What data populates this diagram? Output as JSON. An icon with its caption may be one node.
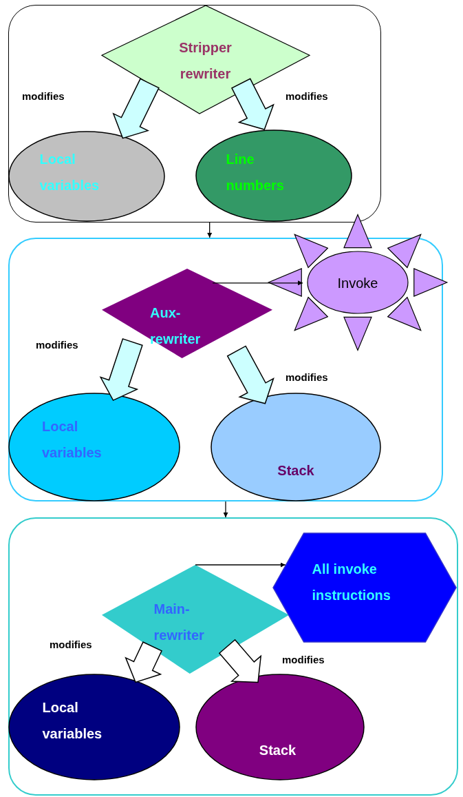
{
  "diagram": {
    "nodes": [
      {
        "text": [],
        "shape": "box"
      },
      {
        "text": [
          "Stripper rewriter"
        ],
        "in": 0
      },
      {
        "text": [
          "Local variables"
        ],
        "in": 0
      },
      {
        "text": [
          "Line numbers"
        ],
        "in": 0
      },
      {
        "text": [],
        "shape": "box"
      },
      {
        "text": [
          "Aux- rewriter"
        ],
        "in": 4
      },
      {
        "text": [
          "Invoke"
        ]
      },
      {
        "text": [
          "Local variables"
        ],
        "in": 4
      },
      {
        "text": [
          "Stack"
        ],
        "in": 4
      },
      {
        "text": [],
        "shape": "box"
      },
      {
        "text": [
          "Main- rewriter"
        ],
        "in": 9
      },
      {
        "text": [
          "All invoke instructions"
        ],
        "in": 9
      },
      {
        "text": [
          "Local variables"
        ],
        "in": 9
      },
      {
        "text": [
          "Stack"
        ],
        "in": 9
      }
    ],
    "edges": [
      {
        "from": 0,
        "to": 4,
        "arrow": "to"
      },
      {
        "from": 1,
        "to": 2,
        "arrow": "to",
        "style": "thick",
        "color": "#ccffff"
      },
      {
        "from": 1,
        "to": 3,
        "arrow": "to",
        "style": "thick",
        "color": "#ccffff"
      },
      {
        "from": 4,
        "to": 9,
        "arrow": "to"
      },
      {
        "from": 5,
        "to": 6,
        "arrow": "to"
      },
      {
        "from": 5,
        "to": 7,
        "arrow": "to",
        "style": "thick",
        "color": "#ccffff"
      },
      {
        "from": 5,
        "to": 8,
        "arrow": "to",
        "style": "thick",
        "color": "#ccffff"
      },
      {
        "from": 10,
        "to": 11,
        "arrow": "to"
      },
      {
        "from": 10,
        "to": 12,
        "arrow": "to",
        "style": "thick",
        "color": "#ffffff"
      },
      {
        "from": 10,
        "to": 13,
        "arrow": "to",
        "style": "thick",
        "color": "#ffffff"
      }
    ],
    "labels": [
      "modifies",
      "modifies",
      "modifies",
      "modifies",
      "modifies",
      "modifies"
    ]
  }
}
